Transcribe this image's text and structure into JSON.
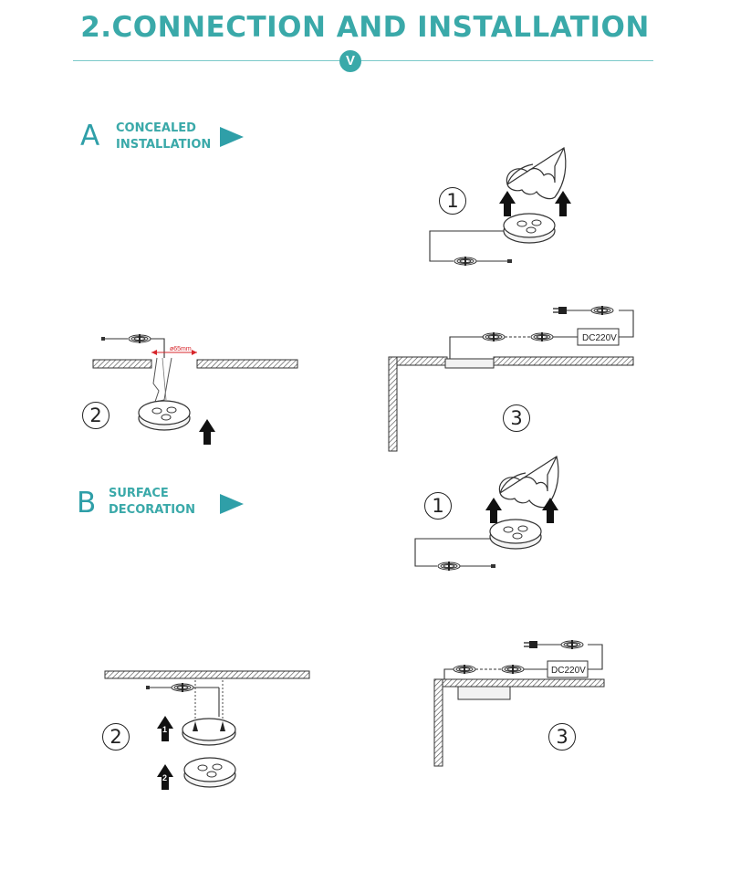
{
  "header": {
    "title": "2.CONNECTION AND INSTALLATION",
    "badge": "V"
  },
  "section_a": {
    "letter": "A",
    "line1": "CONCEALED",
    "line2": "INSTALLATION"
  },
  "section_b": {
    "letter": "B",
    "line1": "SURFACE",
    "line2": "DECORATION"
  },
  "steps": {
    "one": "1",
    "two": "2",
    "three": "3"
  },
  "labels": {
    "driver": "DC220V",
    "hole": "ø65mm"
  },
  "arrows": {
    "first": "1",
    "second": "2"
  },
  "colors": {
    "teal": "#3aa9a9",
    "dimension": "#d7262b"
  }
}
